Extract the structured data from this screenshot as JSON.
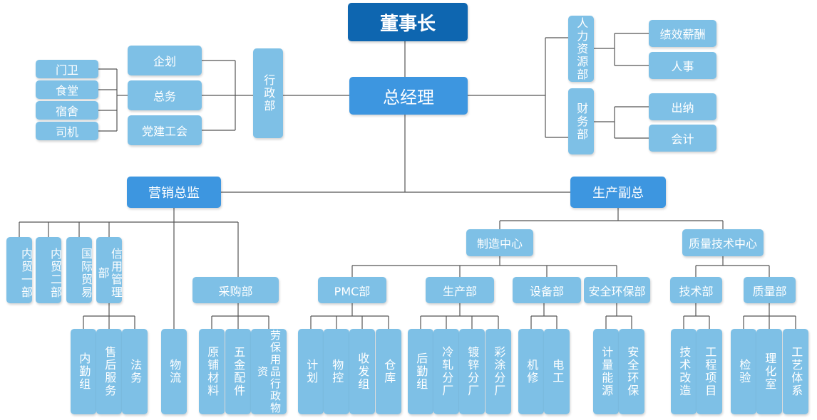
{
  "chairman": "董事长",
  "general_manager": "总经理",
  "admin": {
    "dept": "行政部",
    "subs": [
      "企划",
      "总务",
      "党建工会"
    ],
    "service": [
      "门卫",
      "食堂",
      "宿舍",
      "司机"
    ]
  },
  "hr": {
    "dept": "人力资源部",
    "subs": [
      "绩效薪酬",
      "人事"
    ]
  },
  "finance": {
    "dept": "财务部",
    "subs": [
      "出纳",
      "会计"
    ]
  },
  "marketing": {
    "director": "营销总监",
    "units": [
      "内贸一部",
      "内贸二部",
      "国际贸易",
      "信用管理部"
    ],
    "credit_subs": [
      "内勤组",
      "售后服务",
      "法务"
    ],
    "logistics": "物流",
    "purchasing": "采购部",
    "purchasing_subs": [
      "原铺材料",
      "五金配件",
      "劳保用品行政物资"
    ]
  },
  "production": {
    "vp": "生产副总",
    "manufacturing_center": "制造中心",
    "quality_center": "质量技术中心",
    "pmc": "PMC部",
    "pmc_subs": [
      "计划",
      "物控",
      "收发组",
      "仓库"
    ],
    "prod_dept": "生产部",
    "prod_subs": [
      "后勤组",
      "冷轧分厂",
      "镀锌分厂",
      "彩涂分厂"
    ],
    "equipment": "设备部",
    "equipment_subs": [
      "机修",
      "电工"
    ],
    "safety": "安全环保部",
    "safety_subs": [
      "计量能源",
      "安全环保"
    ],
    "tech": "技术部",
    "tech_subs": [
      "技术改造",
      "工程项目"
    ],
    "quality": "质量部",
    "quality_subs": [
      "检验",
      "理化室",
      "工艺体系"
    ]
  }
}
